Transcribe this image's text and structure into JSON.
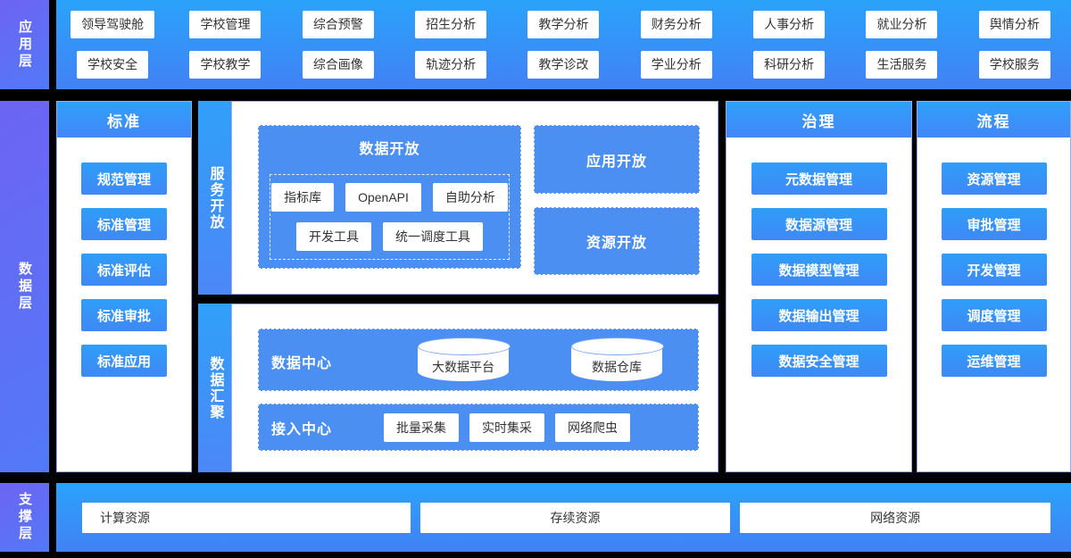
{
  "colors": {
    "accent_blue_light": "#2aa3fa",
    "accent_blue_deep": "#4281f6",
    "panel_fill_blue": "#4b8ff3",
    "sidebar_purple": "#6d64f3",
    "panel_border": "#9ba9f5",
    "chip_text": "#333333"
  },
  "app_layer": {
    "label": "应用层",
    "row1": [
      "领导驾驶舱",
      "学校管理",
      "综合预警",
      "招生分析",
      "教学分析",
      "财务分析",
      "人事分析",
      "就业分析",
      "舆情分析"
    ],
    "row2": [
      "学校安全",
      "学校教学",
      "综合画像",
      "轨迹分析",
      "教学诊改",
      "学业分析",
      "科研分析",
      "生活服务",
      "学校服务"
    ]
  },
  "data_layer": {
    "label": "数据层"
  },
  "standard": {
    "title": "标准",
    "items": [
      "规范管理",
      "标准管理",
      "标准评估",
      "标准审批",
      "标准应用"
    ]
  },
  "service_open": {
    "label": "服务开放",
    "data_open": {
      "title": "数据开放",
      "row1": [
        "指标库",
        "OpenAPI",
        "自助分析"
      ],
      "row2": [
        "开发工具",
        "统一调度工具"
      ]
    },
    "app_open_label": "应用开放",
    "resource_open_label": "资源开放"
  },
  "data_aggregation": {
    "label": "数据汇聚",
    "data_center": {
      "title": "数据中心",
      "databases": [
        "大数据平台",
        "数据仓库"
      ]
    },
    "access_center": {
      "title": "接入中心",
      "items": [
        "批量采集",
        "实时集采",
        "网络爬虫"
      ]
    }
  },
  "governance": {
    "title": "治理",
    "items": [
      "元数据管理",
      "数据源管理",
      "数据模型管理",
      "数据输出管理",
      "数据安全管理"
    ]
  },
  "process": {
    "title": "流程",
    "items": [
      "资源管理",
      "审批管理",
      "开发管理",
      "调度管理",
      "运维管理"
    ]
  },
  "support": {
    "label": "支撑层",
    "items": [
      "计算资源",
      "存续资源",
      "网络资源"
    ]
  }
}
